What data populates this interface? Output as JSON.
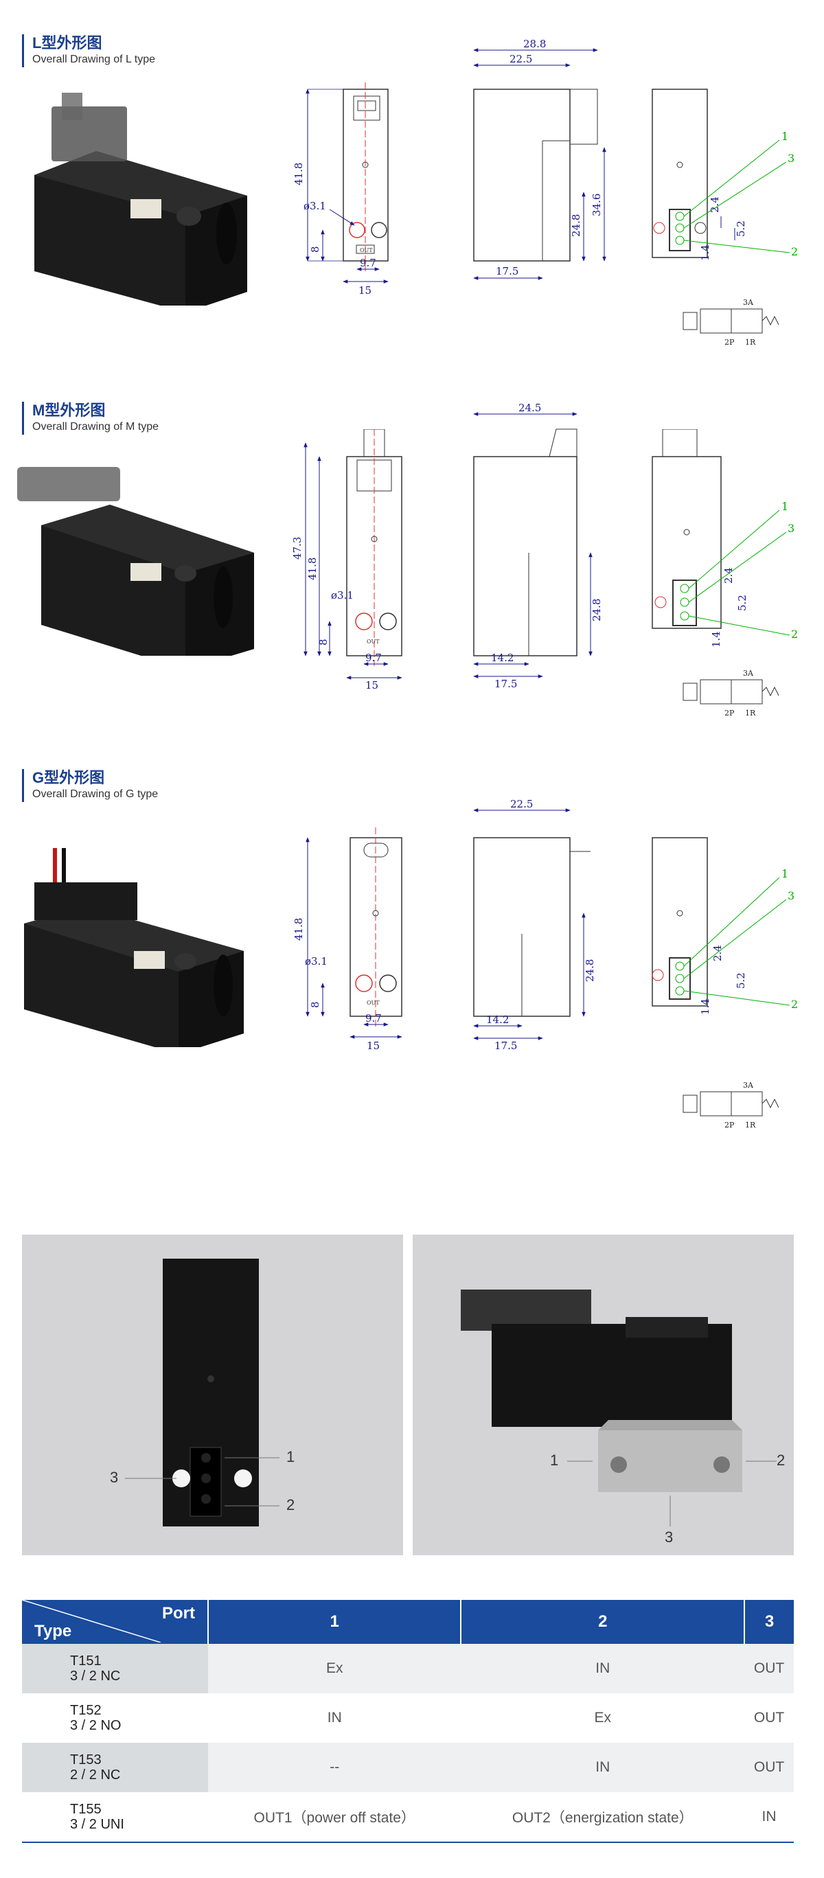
{
  "sections": [
    {
      "title": "L型外形图",
      "subtitle": "Overall Drawing of L type",
      "front": {
        "height": "41.8",
        "hole": "ø3.1",
        "bottom": "8",
        "pitch": "9.7",
        "width": "15"
      },
      "side": {
        "top1": "28.8",
        "top2": "22.5",
        "right1": "34.6",
        "right2": "24.8",
        "bottom": "17.5"
      },
      "pins": {
        "d1": "2.4",
        "d2": "5.2",
        "d3": "1.4",
        "c1": "1",
        "c3": "3",
        "c2": "2"
      },
      "symbol": {
        "a": "3A",
        "b": "2P",
        "c": "1R"
      }
    },
    {
      "title": "M型外形图",
      "subtitle": "Overall Drawing of M type",
      "front": {
        "height_outer": "47.3",
        "height": "41.8",
        "hole": "ø3.1",
        "bottom": "8",
        "pitch": "9.7",
        "width": "15"
      },
      "side": {
        "top": "24.5",
        "right": "24.8",
        "bottom1": "14.2",
        "bottom2": "17.5"
      },
      "pins": {
        "d1": "2.4",
        "d2": "5.2",
        "d3": "1.4",
        "c1": "1",
        "c3": "3",
        "c2": "2"
      },
      "symbol": {
        "a": "3A",
        "b": "2P",
        "c": "1R"
      }
    },
    {
      "title": "G型外形图",
      "subtitle": "Overall Drawing of G type",
      "front": {
        "height": "41.8",
        "hole": "ø3.1",
        "bottom": "8",
        "pitch": "9.7",
        "width": "15"
      },
      "side": {
        "top": "22.5",
        "right": "24.8",
        "bottom1": "14.2",
        "bottom2": "17.5"
      },
      "pins": {
        "d1": "2.4",
        "d2": "5.2",
        "d3": "1.4",
        "c1": "1",
        "c3": "3",
        "c2": "2"
      },
      "symbol": {
        "a": "3A",
        "b": "2P",
        "c": "1R"
      }
    }
  ],
  "front_label": "OUT",
  "photos": {
    "left": {
      "p1": "1",
      "p2": "2",
      "p3": "3"
    },
    "right": {
      "p1": "1",
      "p2": "2",
      "p3": "3"
    }
  },
  "table": {
    "corner_top": "Port",
    "corner_bottom": "Type",
    "headers": [
      "1",
      "2",
      "3"
    ],
    "rows": [
      {
        "model": "T151",
        "spec": "3 / 2 NC",
        "c1": "Ex",
        "c2": "IN",
        "c3": "OUT"
      },
      {
        "model": "T152",
        "spec": "3 / 2 NO",
        "c1": "IN",
        "c2": "Ex",
        "c3": "OUT"
      },
      {
        "model": "T153",
        "spec": "2 / 2 NC",
        "c1": "--",
        "c2": "IN",
        "c3": "OUT"
      },
      {
        "model": "T155",
        "spec": "3 / 2 UNI",
        "c1": "OUT1（power off state）",
        "c2": "OUT2（energization state）",
        "c3": "IN"
      }
    ]
  },
  "colors": {
    "accent": "#1a3f8f",
    "dimension": "#1a1a8c",
    "annotation": "#00b000",
    "table_header": "#1a4b9c"
  }
}
